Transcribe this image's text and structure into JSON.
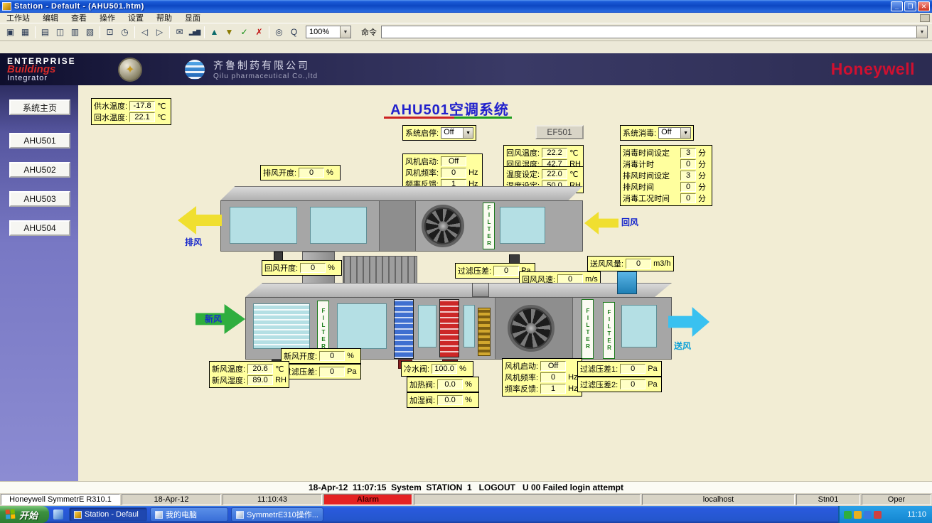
{
  "ui": {
    "dropdown_glyph": "▼"
  },
  "window": {
    "title": "Station - Default - (AHU501.htm)",
    "controls": {
      "minimize": "_",
      "maximize": "❐",
      "close": "✕"
    }
  },
  "menu": {
    "items": [
      "工作站",
      "编辑",
      "查看",
      "操作",
      "设置",
      "帮助",
      "显面"
    ]
  },
  "toolbar": {
    "zoom": "100%",
    "command": "命令",
    "icons": [
      {
        "name": "station",
        "glyph": "▣"
      },
      {
        "name": "display",
        "glyph": "▦"
      },
      {
        "name": "print",
        "glyph": "▤"
      },
      {
        "name": "print-preview",
        "glyph": "◫"
      },
      {
        "name": "report",
        "glyph": "▥"
      },
      {
        "name": "book",
        "glyph": "▧"
      },
      {
        "name": "copy",
        "glyph": "⊡"
      },
      {
        "name": "schedule",
        "glyph": "◷"
      },
      {
        "name": "page-back",
        "glyph": "◁"
      },
      {
        "name": "page-forward",
        "glyph": "▷"
      },
      {
        "name": "message",
        "glyph": "✉"
      },
      {
        "name": "trend",
        "glyph": "▂▅▇"
      },
      {
        "name": "raise",
        "glyph": "▲"
      },
      {
        "name": "lower",
        "glyph": "▼"
      },
      {
        "name": "acknowledge",
        "glyph": "✓"
      },
      {
        "name": "cancel",
        "glyph": "✗"
      },
      {
        "name": "detail",
        "glyph": "◎"
      },
      {
        "name": "find",
        "glyph": "Q"
      }
    ]
  },
  "header": {
    "brand1": "ENTERPRISE",
    "brand2": "Buildings",
    "brand3": "Integrator",
    "compass_glyph": "✦",
    "company_cn": "齐鲁制药有限公司",
    "company_en": "Qilu  pharmaceutical  Co.,ltd",
    "honeywell": "Honeywell"
  },
  "sidebar": {
    "items": [
      "系统主页",
      "AHU501",
      "AHU502",
      "AHU503",
      "AHU504"
    ]
  },
  "main": {
    "title": "AHU501空调系统",
    "filter_label": "FILTER",
    "water": {
      "rows": [
        {
          "label": "供水温度:",
          "value": "-17.8",
          "unit": "℃"
        },
        {
          "label": "回水温度:",
          "value": "22.1",
          "unit": "℃"
        }
      ]
    },
    "system_start": {
      "label": "系统启停:",
      "value": "Off"
    },
    "ef_button": "EF501",
    "disinfect": {
      "label": "系统消毒:",
      "value": "Off"
    },
    "disinfect_panel": {
      "rows": [
        {
          "label": "消毒时间设定",
          "value": "3",
          "unit": "分"
        },
        {
          "label": "消毒计时",
          "value": "0",
          "unit": "分"
        },
        {
          "label": "排风时间设定",
          "value": "3",
          "unit": "分"
        },
        {
          "label": "排风时间",
          "value": "0",
          "unit": "分"
        },
        {
          "label": "消毒工况时间",
          "value": "0",
          "unit": "分"
        }
      ]
    },
    "exhaust_open": {
      "label": "排风开度:",
      "value": "0",
      "unit": "%"
    },
    "fan1": {
      "rows": [
        {
          "label": "风机启动:",
          "value": "Off",
          "unit": ""
        },
        {
          "label": "风机频率:",
          "value": "0",
          "unit": "Hz"
        },
        {
          "label": "频率反馈:",
          "value": "1",
          "unit": "Hz"
        }
      ]
    },
    "return_air": {
      "rows": [
        {
          "label": "回风温度:",
          "value": "22.2",
          "unit": "℃"
        },
        {
          "label": "回风湿度:",
          "value": "42.7",
          "unit": "RH"
        }
      ]
    },
    "setpoints": {
      "rows": [
        {
          "label": "温度设定:",
          "value": "22.0",
          "unit": "℃"
        },
        {
          "label": "湿度设定:",
          "value": "50.0",
          "unit": "RH"
        }
      ]
    },
    "return_open": {
      "label": "回风开度:",
      "value": "0",
      "unit": "%"
    },
    "filter_dp_return": {
      "label": "过滤压差:",
      "value": "0",
      "unit": "Pa"
    },
    "return_velocity": {
      "label": "回风风速:",
      "value": "0",
      "unit": "m/s"
    },
    "supply_volume": {
      "label": "送风风量:",
      "value": "0",
      "unit": "m3/h"
    },
    "fresh_open": {
      "label": "新风开度:",
      "value": "0",
      "unit": "%"
    },
    "filter_dp_fresh": {
      "label": "过滤压差:",
      "value": "0",
      "unit": "Pa"
    },
    "fresh_air": {
      "rows": [
        {
          "label": "新风温度:",
          "value": "20.6",
          "unit": "℃"
        },
        {
          "label": "新风湿度:",
          "value": "89.0",
          "unit": "RH"
        }
      ]
    },
    "chilled_valve": {
      "label": "冷水阀:",
      "value": "100.0",
      "unit": "%"
    },
    "heating_valve": {
      "label": "加热阀:",
      "value": "0.0",
      "unit": "%"
    },
    "humidify_valve": {
      "label": "加湿阀:",
      "value": "0.0",
      "unit": "%"
    },
    "fan2": {
      "rows": [
        {
          "label": "风机启动:",
          "value": "Off",
          "unit": ""
        },
        {
          "label": "风机频率:",
          "value": "0",
          "unit": "Hz"
        },
        {
          "label": "频率反馈:",
          "value": "1",
          "unit": "Hz"
        }
      ]
    },
    "filter_dp1": {
      "label": "过滤压差1:",
      "value": "0",
      "unit": "Pa"
    },
    "filter_dp2": {
      "label": "过滤压差2:",
      "value": "0",
      "unit": "Pa"
    },
    "arrows": {
      "exhaust": "排风",
      "return": "回风",
      "fresh": "新风",
      "supply": "送风"
    }
  },
  "status_line": "18-Apr-12  11:07:15  System  STATION  1   LOGOUT   U 00 Failed login attempt",
  "bottom_bar": {
    "product": "Honeywell SymmetrE R310.1",
    "date": "18-Apr-12",
    "time": "11:10:43",
    "alarm": "Alarm",
    "host": "localhost",
    "station": "Stn01",
    "operator": "Oper"
  },
  "taskbar": {
    "start": "开始",
    "tasks": [
      "Station - Defaul",
      "我的电脑",
      "SymmetrE310操作..."
    ],
    "tray_time": "11:10"
  }
}
